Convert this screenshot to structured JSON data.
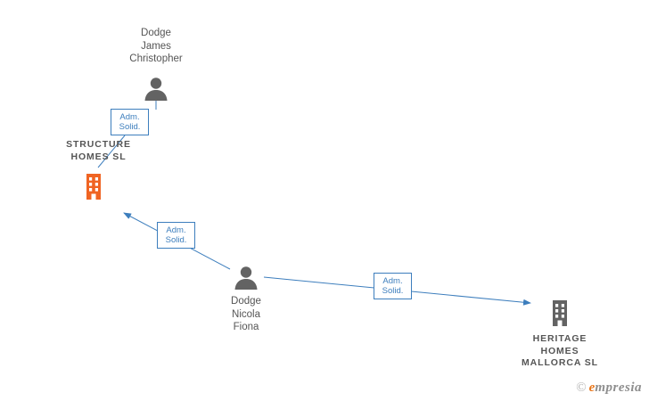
{
  "diagram": {
    "type": "entity-relationship-graph",
    "nodes": [
      {
        "id": "person-dodge-james-christopher",
        "label": "Dodge\nJames\nChristopher",
        "kind": "person"
      },
      {
        "id": "company-structure-homes-sl",
        "label": "STRUCTURE\nHOMES  SL",
        "kind": "company"
      },
      {
        "id": "person-dodge-nicola-fiona",
        "label": "Dodge\nNicola\nFiona",
        "kind": "person"
      },
      {
        "id": "company-heritage-homes-mallorca-sl",
        "label": "HERITAGE\nHOMES\nMALLORCA  SL",
        "kind": "company"
      }
    ],
    "edges": [
      {
        "id": "edge-james-to-structure",
        "label": "Adm.\nSolid.",
        "from": "person-dodge-james-christopher",
        "to": "company-structure-homes-sl"
      },
      {
        "id": "edge-nicola-to-structure",
        "label": "Adm.\nSolid.",
        "from": "person-dodge-nicola-fiona",
        "to": "company-structure-homes-sl"
      },
      {
        "id": "edge-nicola-to-heritage",
        "label": "Adm.\nSolid.",
        "from": "person-dodge-nicola-fiona",
        "to": "company-heritage-homes-mallorca-sl"
      }
    ],
    "colors": {
      "edge": "#3d7ebd",
      "person_icon": "#636363",
      "company_structure_icon": "#f06423",
      "company_heritage_icon": "#636363",
      "label_text": "#555555"
    }
  },
  "watermark": {
    "copyright": "©",
    "brand_first": "e",
    "brand_rest": "mpresia"
  }
}
